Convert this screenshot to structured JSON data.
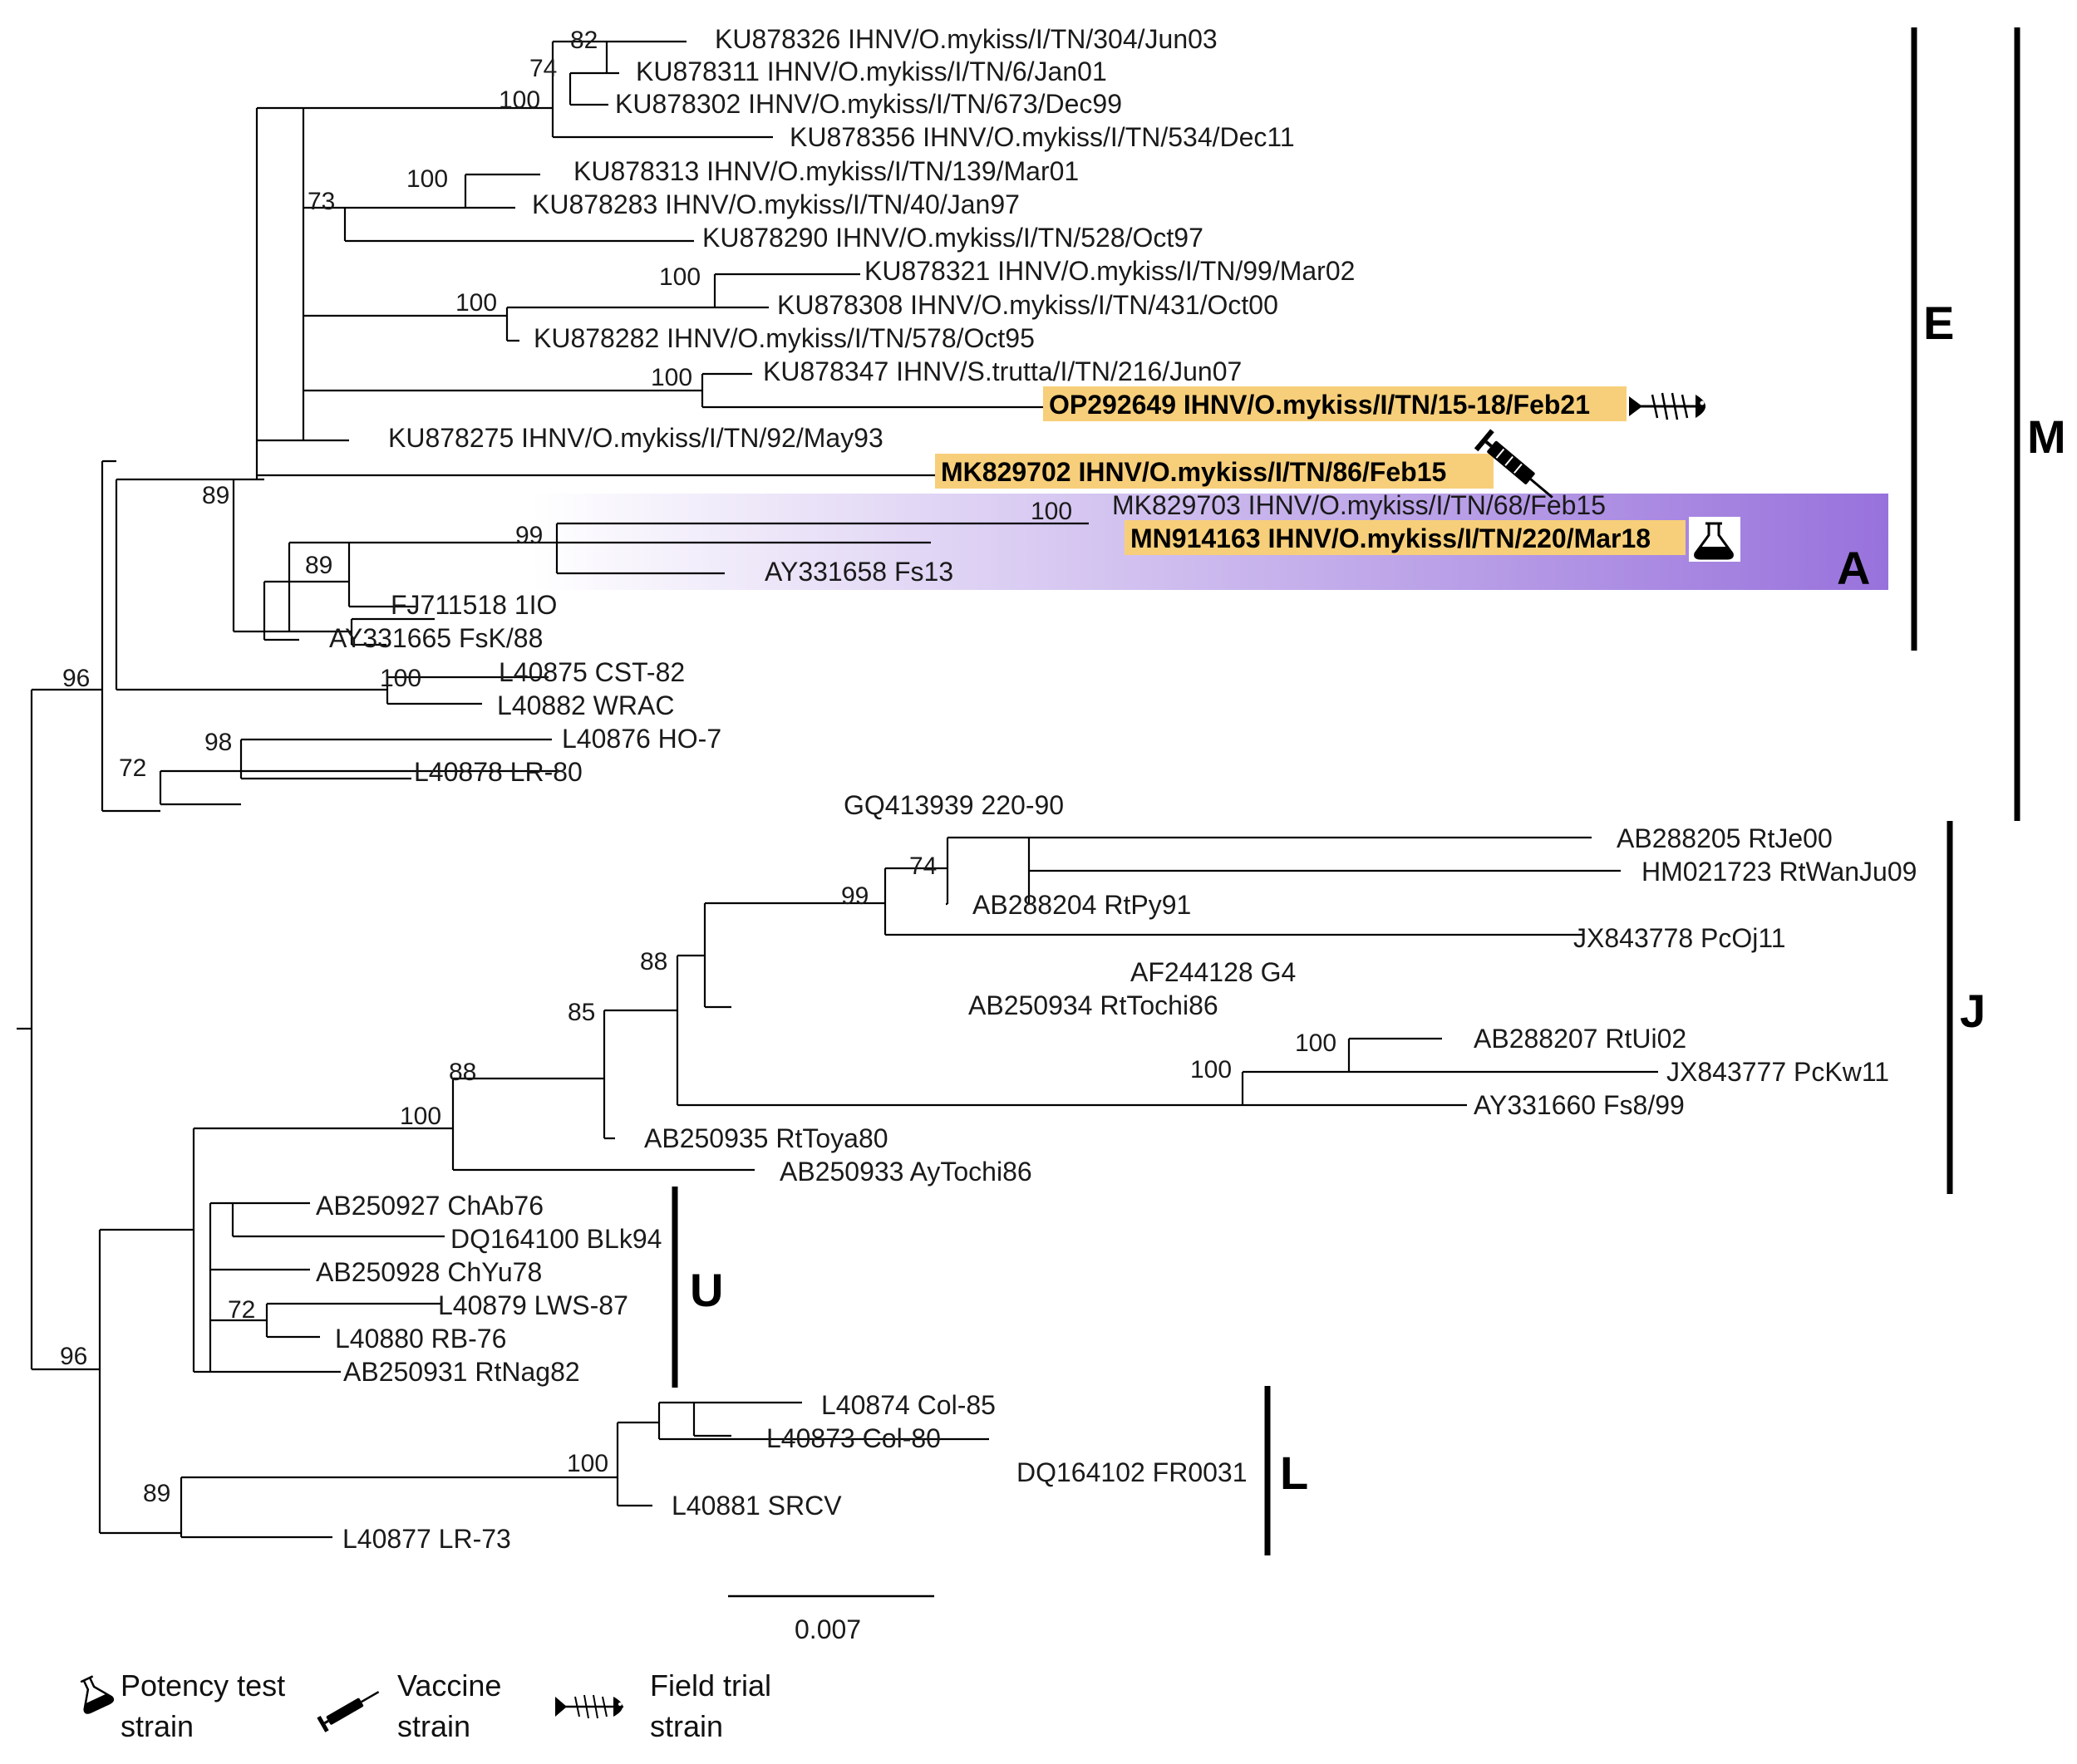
{
  "taxa": {
    "t1": "KU878326 IHNV/O.mykiss/I/TN/304/Jun03",
    "t2": "KU878311 IHNV/O.mykiss/I/TN/6/Jan01",
    "t3": "KU878302 IHNV/O.mykiss/I/TN/673/Dec99",
    "t4": "KU878356 IHNV/O.mykiss/I/TN/534/Dec11",
    "t5": "KU878313 IHNV/O.mykiss/I/TN/139/Mar01",
    "t6": "KU878283 IHNV/O.mykiss/I/TN/40/Jan97",
    "t7": "KU878290 IHNV/O.mykiss/I/TN/528/Oct97",
    "t8": "KU878321 IHNV/O.mykiss/I/TN/99/Mar02",
    "t9": "KU878308 IHNV/O.mykiss/I/TN/431/Oct00",
    "t10": "KU878282 IHNV/O.mykiss/I/TN/578/Oct95",
    "t11": "KU878347 IHNV/S.trutta/I/TN/216/Jun07",
    "t12": "OP292649 IHNV/O.mykiss/I/TN/15-18/Feb21",
    "t13": "KU878275 IHNV/O.mykiss/I/TN/92/May93",
    "t14": "MK829702 IHNV/O.mykiss/I/TN/86/Feb15",
    "t15": "MK829703 IHNV/O.mykiss/I/TN/68/Feb15",
    "t16": "MN914163 IHNV/O.mykiss/I/TN/220/Mar18",
    "t17": "AY331658 Fs13",
    "t18": "FJ711518 1IO",
    "t19": "AY331665 FsK/88",
    "t20": "L40875 CST-82",
    "t21": "L40882 WRAC",
    "t22": "L40876 HO-7",
    "t23": "L40878 LR-80",
    "t24": "GQ413939 220-90",
    "t25": "AB288205 RtJe00",
    "t26": "HM021723 RtWanJu09",
    "t27": "AB288204 RtPy91",
    "t28": "JX843778 PcOj11",
    "t29": "AF244128 G4",
    "t30": "AB250934 RtTochi86",
    "t31": "AB288207 RtUi02",
    "t32": "JX843777 PcKw11",
    "t33": "AY331660 Fs8/99",
    "t34": "AB250935 RtToya80",
    "t35": "AB250933 AyTochi86",
    "t36": "AB250927 ChAb76",
    "t37": "DQ164100 BLk94",
    "t38": "AB250928 ChYu78",
    "t39": "L40879 LWS-87",
    "t40": "L40880 RB-76",
    "t41": "AB250931 RtNag82",
    "t42": "L40874 Col-85",
    "t43": "L40873 Col-80",
    "t44": "DQ164102 FR0031",
    "t45": "L40881 SRCV",
    "t46": "L40877 LR-73"
  },
  "support": {
    "s1": "82",
    "s2": "74",
    "s3": "100",
    "s4": "100",
    "s5": "73",
    "s6": "100",
    "s7": "100",
    "s8": "100",
    "s9": "89",
    "s10": "100",
    "s11": "99",
    "s12": "89",
    "s13": "96",
    "s14": "100",
    "s15": "98",
    "s16": "72",
    "s17": "74",
    "s18": "99",
    "s19": "88",
    "s20": "85",
    "s21": "100",
    "s22": "100",
    "s23": "88",
    "s24": "100",
    "s25": "72",
    "s26": "96",
    "s27": "100",
    "s28": "89"
  },
  "clades": {
    "E": "E",
    "M": "M",
    "A": "A",
    "J": "J",
    "U": "U",
    "L": "L"
  },
  "scale_bar": {
    "label": "0.007"
  },
  "legend": {
    "potency": [
      "Potency test",
      "strain"
    ],
    "vaccine": [
      "Vaccine",
      "strain"
    ],
    "field": [
      "Field trial",
      "strain"
    ]
  },
  "colors": {
    "highlight": "#f7cf7a",
    "clade_a_gradient_start": "#ffffff",
    "clade_a_gradient_end": "#9872dc",
    "branch": "#000000"
  }
}
